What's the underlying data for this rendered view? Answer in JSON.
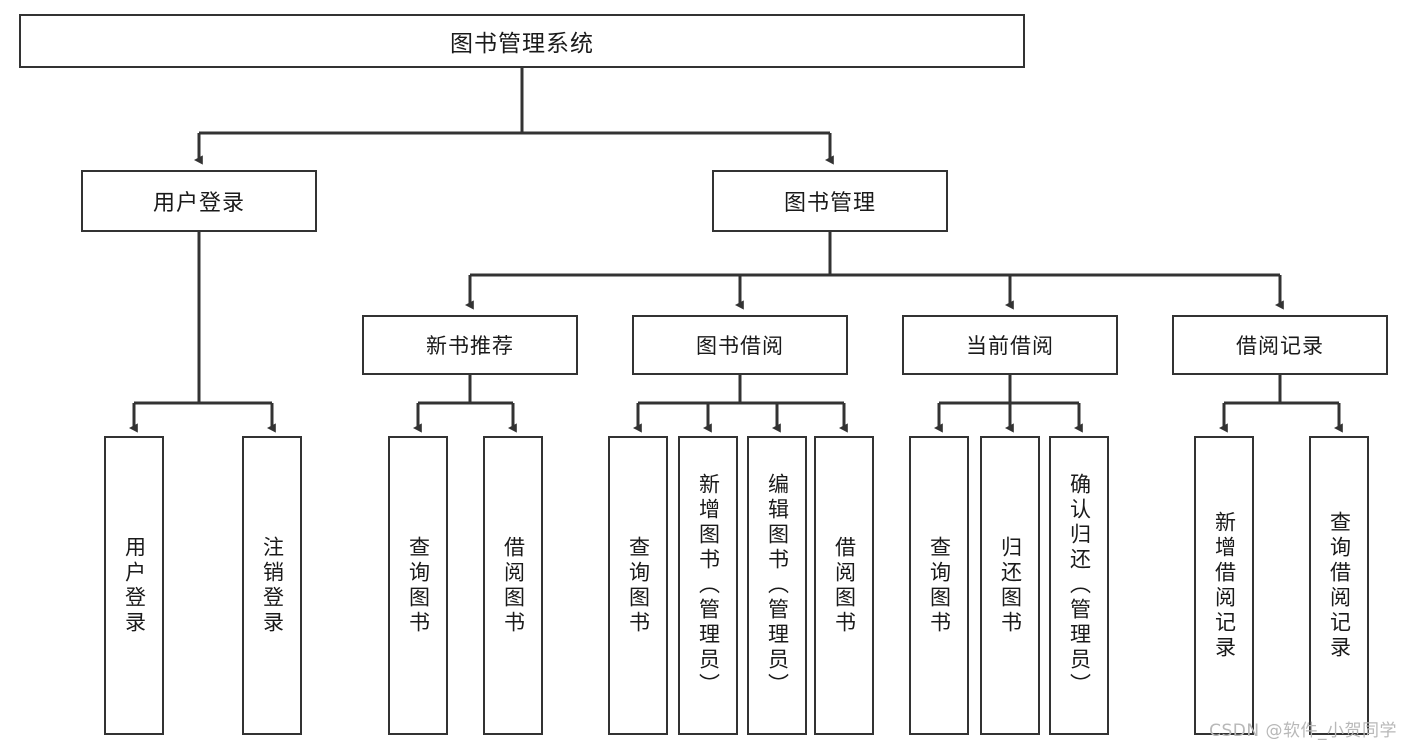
{
  "diagram": {
    "title": "图书管理系统",
    "watermark": "CSDN @软件_小贺同学",
    "line_color": "#333333",
    "box_fill": "#ffffff",
    "text_color": "#1a1a1a",
    "root": {
      "label": "图书管理系统"
    },
    "level2": [
      {
        "label": "用户登录"
      },
      {
        "label": "图书管理"
      }
    ],
    "level3": [
      {
        "label": "新书推荐"
      },
      {
        "label": "图书借阅"
      },
      {
        "label": "当前借阅"
      },
      {
        "label": "借阅记录"
      }
    ],
    "leaves": {
      "user_login": [
        {
          "label": "用户登录"
        },
        {
          "label": "注销登录"
        }
      ],
      "new_book_recommend": [
        {
          "label": "查询图书"
        },
        {
          "label": "借阅图书"
        }
      ],
      "book_borrow": [
        {
          "label": "查询图书"
        },
        {
          "label": "新增图书（管理员）"
        },
        {
          "label": "编辑图书（管理员）"
        },
        {
          "label": "借阅图书"
        }
      ],
      "current_borrow": [
        {
          "label": "查询图书"
        },
        {
          "label": "归还图书"
        },
        {
          "label": "确认归还（管理员）"
        }
      ],
      "borrow_record": [
        {
          "label": "新增借阅记录"
        },
        {
          "label": "查询借阅记录"
        }
      ]
    }
  }
}
